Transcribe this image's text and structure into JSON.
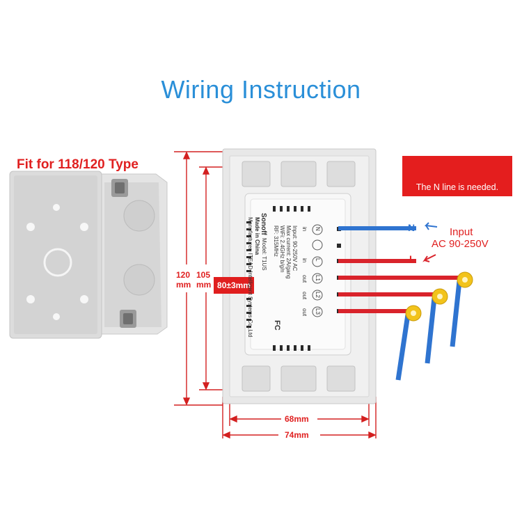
{
  "title": "Wiring Instruction",
  "box_label": "Fit for 118/120 Type",
  "warning": {
    "text": "The N line is needed.",
    "icon": "exclamation-triangle-icon"
  },
  "dimensions": {
    "outer_height": "120",
    "outer_height_unit": "mm",
    "inner_height": "105",
    "inner_height_unit": "mm",
    "hole_spacing": "80±3mm",
    "inner_width": "68mm",
    "outer_width": "74mm"
  },
  "wiring": {
    "neutral": "N",
    "live": "L",
    "input_label": "Input",
    "input_voltage": "AC 90-250V"
  },
  "module": {
    "brand": "Sonoff",
    "model": "Model: T1US",
    "made_in": "Made in China",
    "input": "Input: 90-250V AC",
    "max_current": "Max current: 2A/gang",
    "wifi": "WiFi: 2.4GHz b/g/n",
    "rf": "RF: 315MHz",
    "manufacturer": "Manufacturer: ITEAD Intelligent Systems Co.,Ltd",
    "terminals": [
      "N",
      "L",
      "L1",
      "L2",
      "L3"
    ],
    "terminal_labels": [
      "in",
      "in",
      "out",
      "out",
      "out"
    ],
    "fcc": "FC"
  },
  "colors": {
    "title": "#2a8fd8",
    "accent_red": "#e02020",
    "blue_wire": "#2f74d0",
    "red_wire": "#d9232b",
    "lamp": "#f2c31b",
    "warning_bg": "#e41e1e",
    "warning_sign": "#f6c20e"
  }
}
